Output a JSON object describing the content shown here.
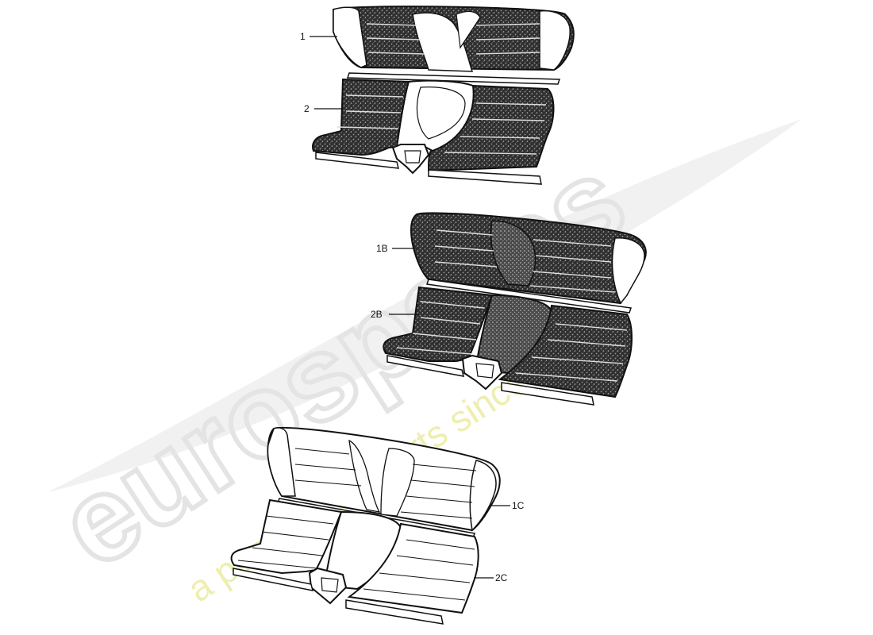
{
  "watermark": {
    "brand": "eurospares",
    "tagline": "a passion for parts since 1985",
    "colors": {
      "brand": "#e2e2e2",
      "tagline": "#ecec9a"
    }
  },
  "callouts": {
    "c1": "1",
    "c2": "2",
    "c1B": "1B",
    "c2B": "2B",
    "c1C": "1C",
    "c2C": "2C"
  },
  "colors": {
    "ink": "#111111",
    "fabric_dark": "#3a3a3a",
    "fabric_light": "#ffffff"
  }
}
